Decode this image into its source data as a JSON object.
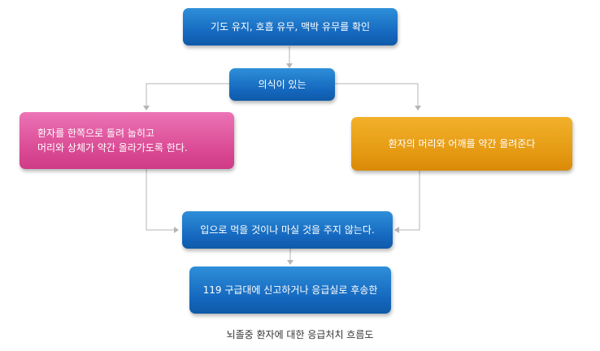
{
  "flowchart": {
    "step1": "기도 유지, 호흡 유무, 맥박 유무를 확인",
    "step2": "의식이 있는",
    "left_branch": {
      "line1": "환자를 한쪽으로 돌려 눕히고",
      "line2": "머리와 상체가 약간 올라가도록 한다."
    },
    "right_branch": "환자의 머리와 어깨를 약간 올려준다",
    "step4": "입으로 먹을 것이나 마실 것을 주지 않는다.",
    "step5": "119 구급대에 신고하거나 응급실로 후송한"
  },
  "caption": "뇌졸중 환자에 대한 응급처치 흐름도",
  "colors": {
    "blue": "#1466bd",
    "pink": "#d94892",
    "orange": "#e49811",
    "connector": "#b5b5b5"
  }
}
